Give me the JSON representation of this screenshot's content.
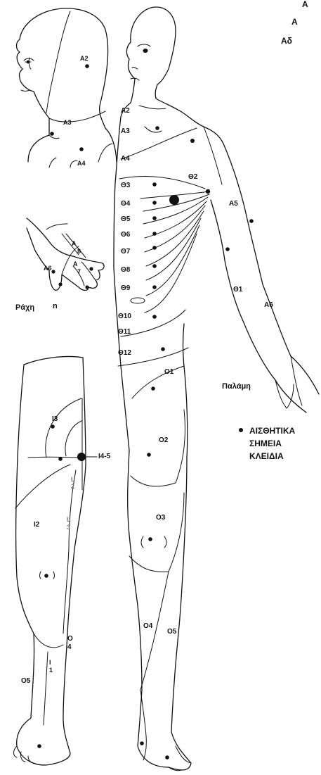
{
  "title_lines": [
    "Α",
    "Α",
    "Αδ"
  ],
  "captions": {
    "back": "Ράχη",
    "palm": "Παλάμη",
    "back_n": "n"
  },
  "legend": {
    "lines": [
      "ΑΙΣΘΗΤΙΚΑ",
      "ΣΗΜΕΙΑ",
      "ΚΛΕΙΔΙΑ"
    ],
    "dot_color": "#111111"
  },
  "head_labels": [
    "A2",
    "A3",
    "A4"
  ],
  "hand_labels": [
    "A6",
    "A",
    "8",
    "A",
    "7"
  ],
  "body_labels": [
    "A2",
    "A3",
    "A4",
    "Θ2",
    "Θ3",
    "Θ4",
    "A5",
    "Θ5",
    "Θ6",
    "Θ7",
    "Θ8",
    "Θ9",
    "Θ1",
    "A6",
    "Θ10",
    "Θ11",
    "Θ12",
    "Ο1",
    "Ο2",
    "Ο3",
    "Ο4",
    "Ο5"
  ],
  "leg_labels": [
    "I3",
    "I4-5",
    "L",
    "2",
    "L",
    "3",
    "I2",
    "Ο",
    "4",
    "I",
    "1",
    "Ο5"
  ]
}
